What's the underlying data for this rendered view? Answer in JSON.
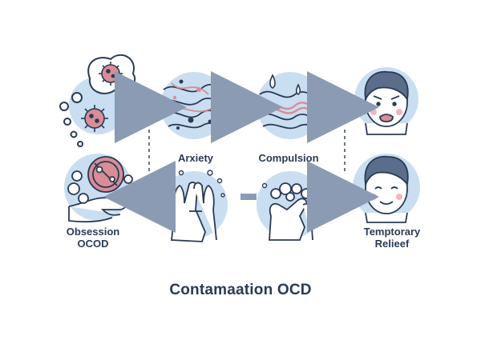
{
  "title": "Contamaation OCD",
  "labels": {
    "anxiety": "Arxiety",
    "compulsion": "Compulsion",
    "obsession_line1": "Obsession",
    "obsession_line2": "OCOD",
    "relief_line1": "Temptorary",
    "relief_line2": "Relieef"
  },
  "colors": {
    "circle_fill": "#c9def1",
    "outline": "#2b3a55",
    "arrow": "#8a9bb3",
    "germ": "#d98d96",
    "skin": "#ffffff",
    "hair": "#5a6d8a",
    "blush": "#f1b4bd"
  }
}
